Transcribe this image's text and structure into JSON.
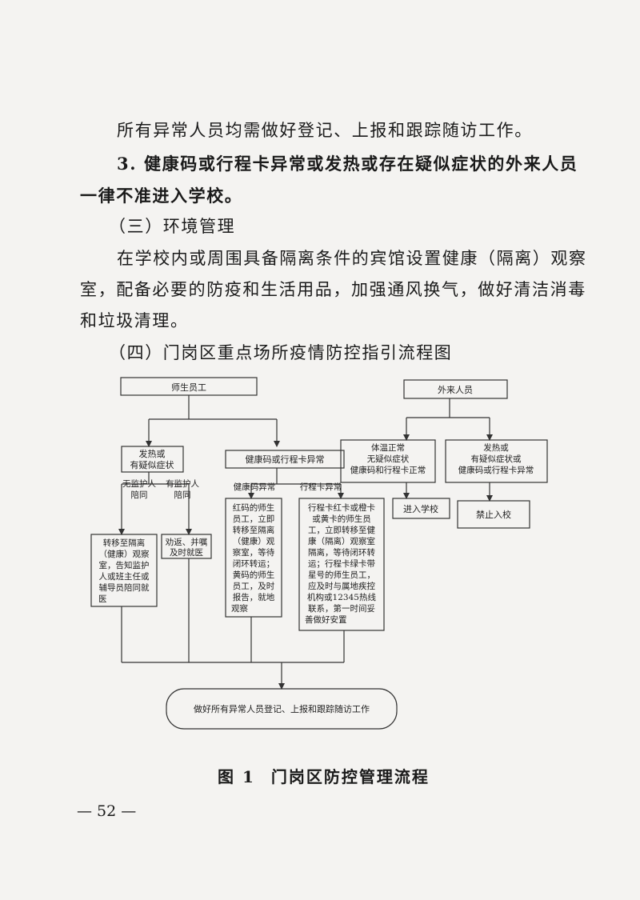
{
  "paragraphs": {
    "p1": "所有异常人员均需做好登记、上报和跟踪随访工作。",
    "p2_line1": "3. 健康码或行程卡异常或发热或存在疑似症状的外来人员",
    "p2_line2": "一律不准进入学校。",
    "section3": "（三）环境管理",
    "p3_line1": "在学校内或周围具备隔离条件的宾馆设置健康（隔离）观察",
    "p3_line2": "室，配备必要的防疫和生活用品，加强通风换气，做好清洁消毒",
    "p3_line3": "和垃圾清理。",
    "section4": "（四）门岗区重点场所疫情防控指引流程图"
  },
  "flowchart": {
    "teachers_staff": "师生员工",
    "visitors": "外来人员",
    "fever": [
      "发热或",
      "有疑似症状"
    ],
    "no_guardian": [
      "无监护人",
      "陪同"
    ],
    "has_guardian": [
      "有监护人",
      "陪同"
    ],
    "code_abnormal": "健康码或行程卡异常",
    "health_code_abnormal": "健康码异常",
    "trip_card_abnormal": "行程卡异常",
    "temp_normal": [
      "体温正常",
      "无疑似症状",
      "健康码和行程卡正常"
    ],
    "visitor_abnormal": [
      "发热或",
      "有疑似症状或",
      "健康码或行程卡异常"
    ],
    "enter_school": "进入学校",
    "no_entry": "禁止入校",
    "transfer_isolation": [
      "转移至隔离",
      "（健康）观察",
      "室，告知监护",
      "人或班主任或",
      "辅导员陪同就",
      "医"
    ],
    "persuade_return": [
      "劝返、并嘱",
      "及时就医"
    ],
    "red_yellow_code": [
      "红码的师生",
      "员工，立即",
      "转移至隔离",
      "（健康）观",
      "察室，等待",
      "闭环转运；",
      "黄码的师生",
      "员工，及时",
      "报告，就地",
      "观察"
    ],
    "trip_card_detail": [
      "行程卡红卡或橙卡",
      "或黄卡的师生员",
      "工，立即转移至健",
      "康（隔离）观察室",
      "隔离，等待闭环转",
      "运；行程卡绿卡带",
      "星号的师生员工，",
      "应及时与属地疾控",
      "机构或12345热线",
      "联系，第一时间妥",
      "善做好安置"
    ],
    "final": "做好所有异常人员登记、上报和跟踪随访工作"
  },
  "caption": {
    "number": "图 1",
    "title": "门岗区防控管理流程"
  },
  "page_number": "— 52 —"
}
